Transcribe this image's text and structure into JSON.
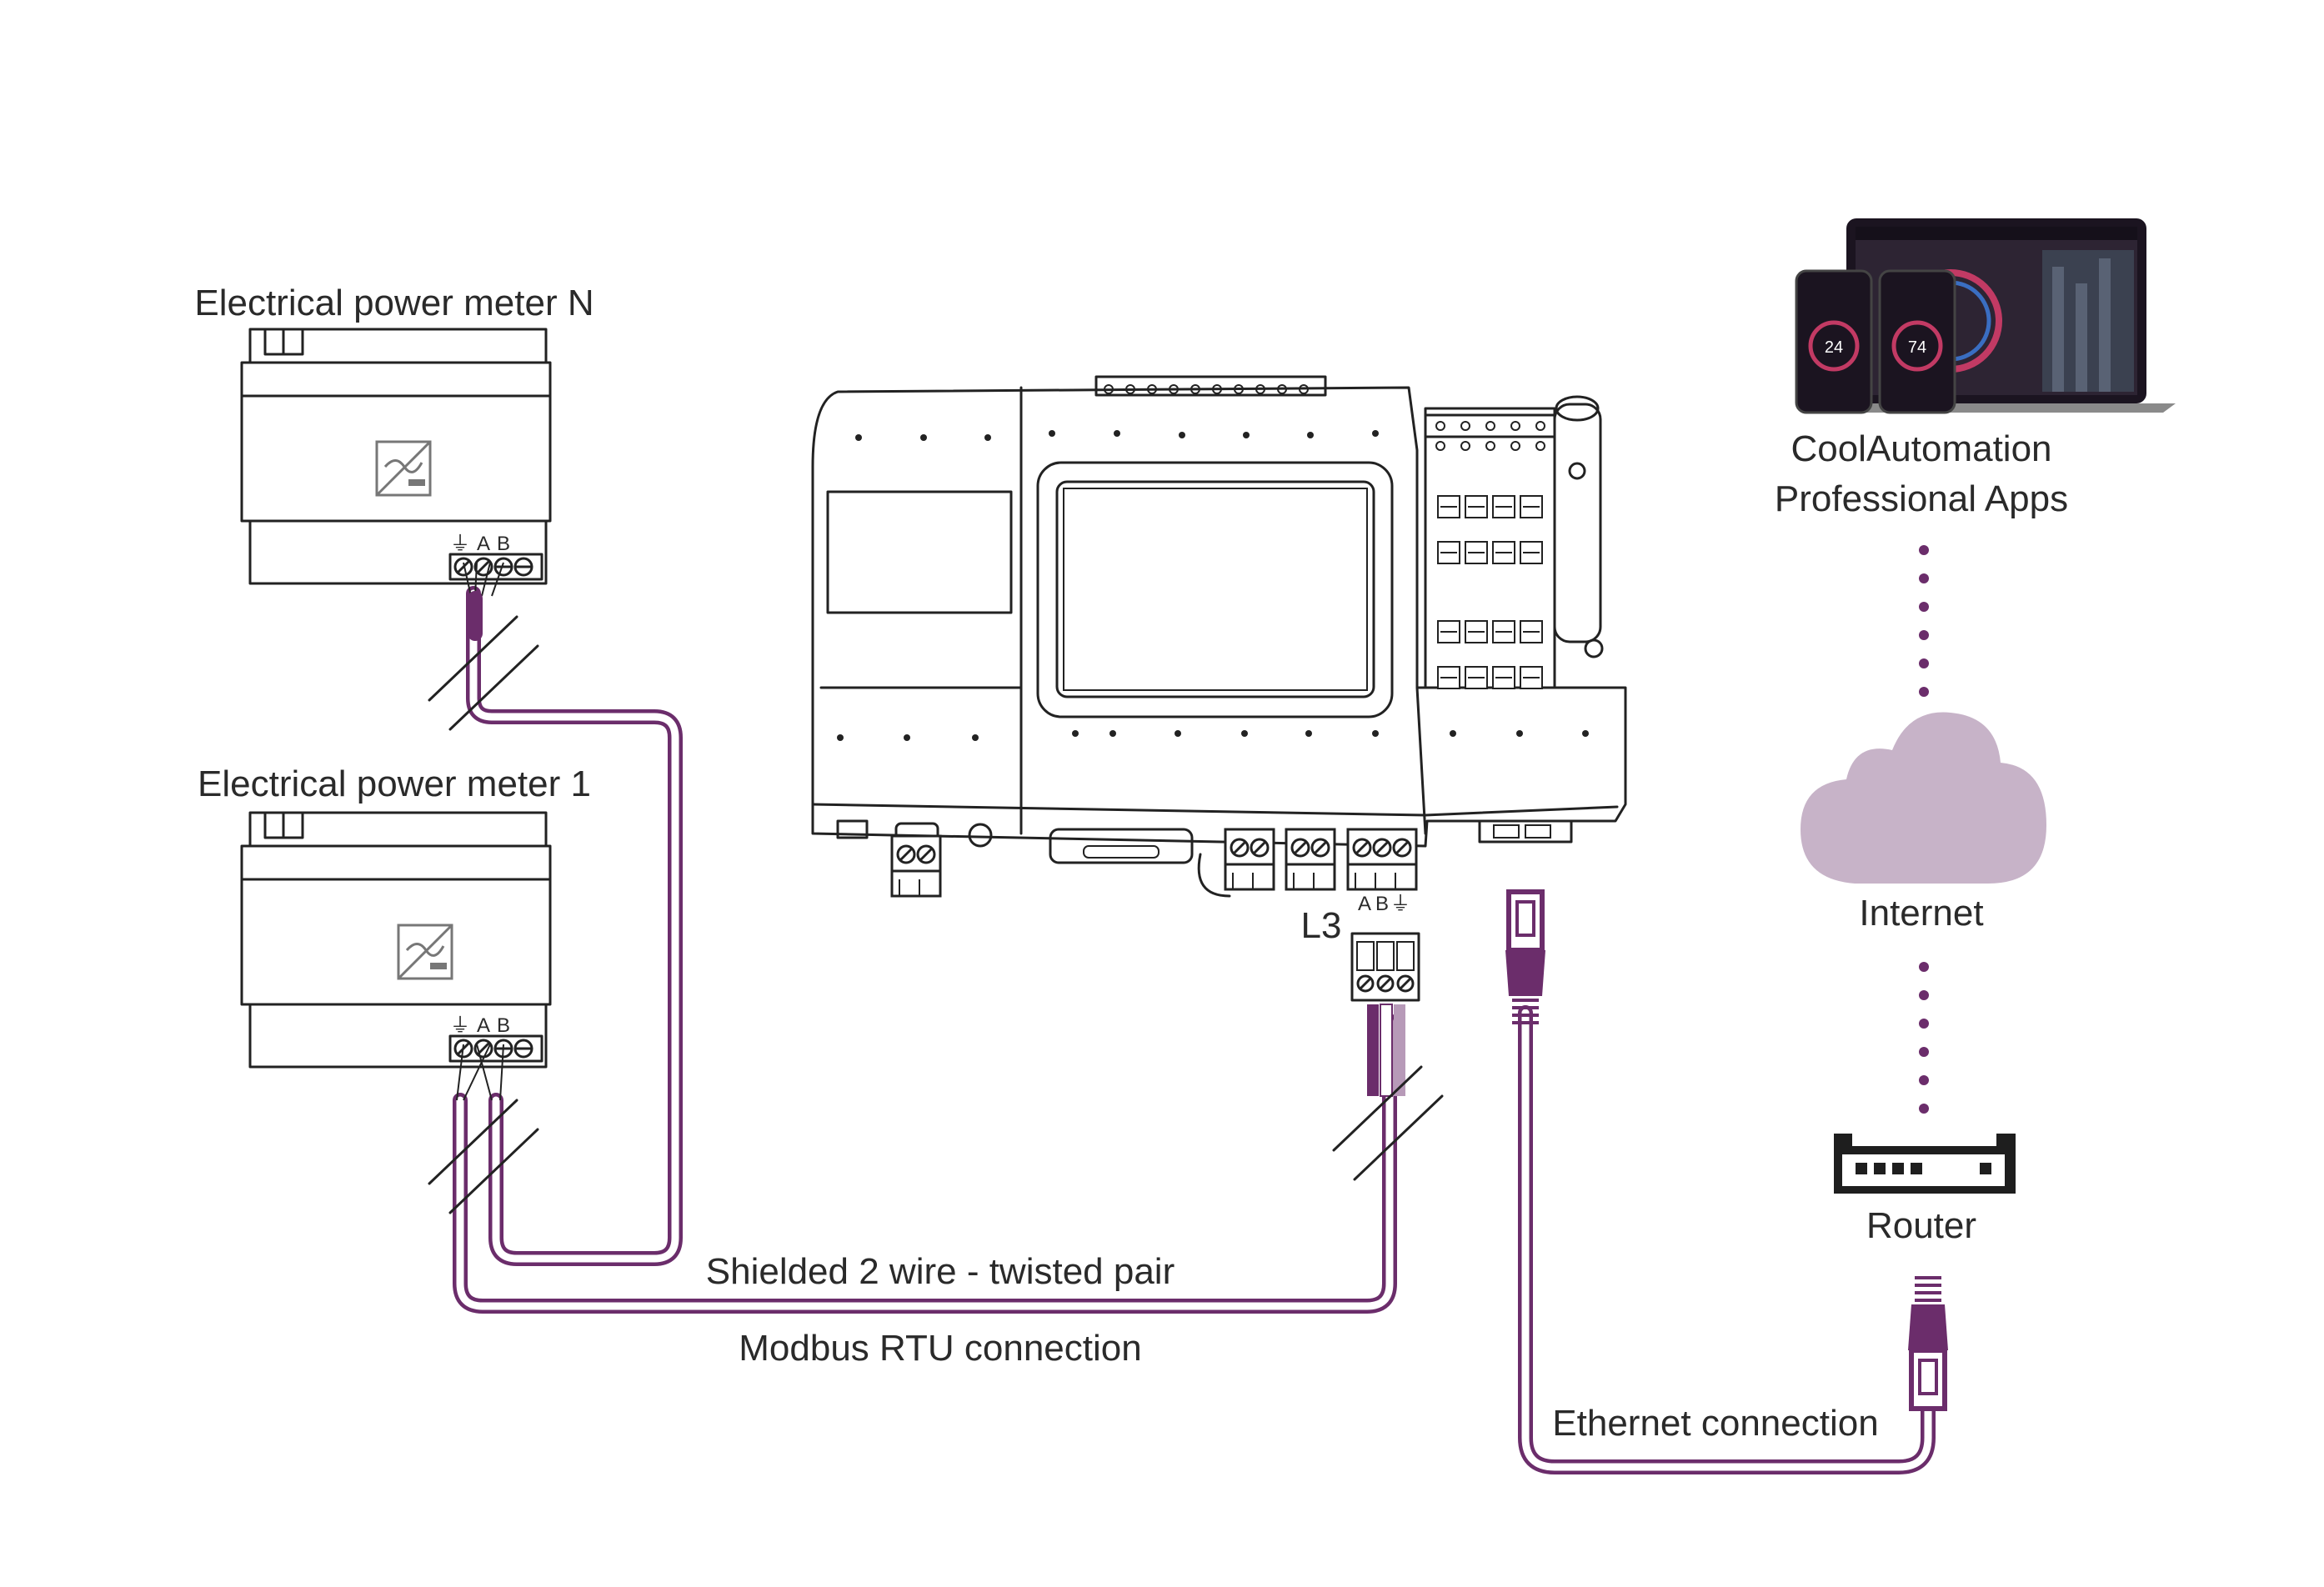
{
  "colors": {
    "accent": "#6b2d6b",
    "cloud": "#c7b3c8",
    "ink": "#222222",
    "screen_dark": "#1b1420"
  },
  "labels": {
    "meter_n": "Electrical power meter N",
    "meter_1": "Electrical power meter 1",
    "apps_line1": "CoolAutomation",
    "apps_line2": "Professional Apps",
    "internet": "Internet",
    "router": "Router",
    "shielded": "Shielded 2 wire - twisted pair",
    "modbus": "Modbus RTU connection",
    "ethernet": "Ethernet connection",
    "port": "L3"
  },
  "terminals": {
    "ground": "⏚",
    "a": "A",
    "b": "B"
  },
  "apps": {
    "phone_value_1": "24",
    "phone_value_2": "74"
  },
  "icons": [
    "power-meter-icon",
    "controller-device",
    "rj45-connector-icon",
    "cloud-icon",
    "router-icon",
    "laptop-icon",
    "phone-icon"
  ]
}
